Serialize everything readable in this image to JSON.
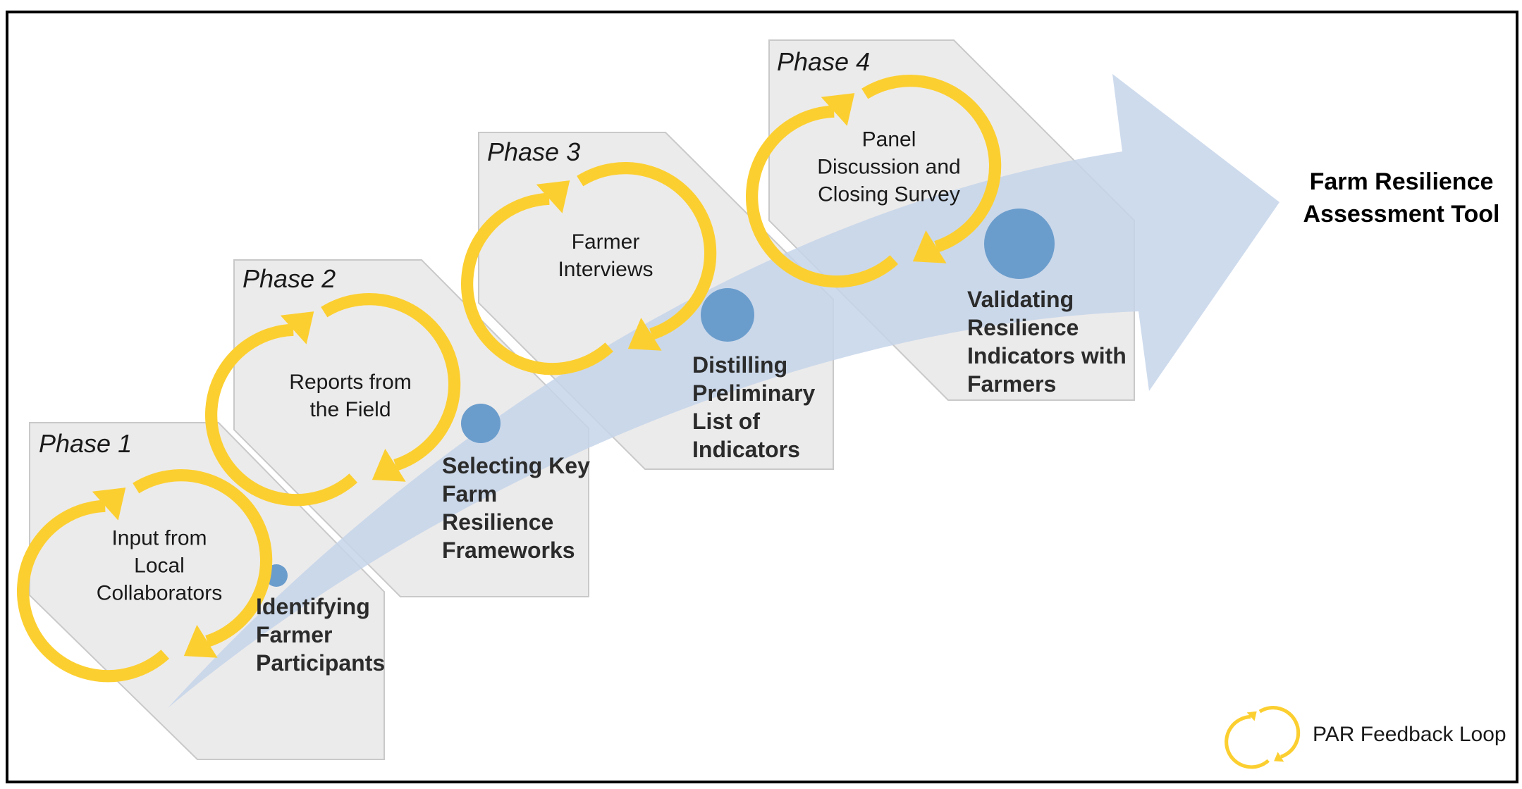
{
  "title": "Farm Resilience\nAssessment Tool",
  "legend": {
    "label": "PAR Feedback Loop",
    "icon": "circular-arrows-icon"
  },
  "colors": {
    "panel": "#ecebeb",
    "panel_border": "#c9c9c9",
    "arrow": "#c5d5ea",
    "circle": "#6b9dcc",
    "loop": "#fccf31",
    "frame": "#000000"
  },
  "phases": [
    {
      "label": "Phase 1",
      "loop": "Input from\nLocal\nCollaborators",
      "step": "Identifying\nFarmer\nParticipants"
    },
    {
      "label": "Phase 2",
      "loop": "Reports from\nthe Field",
      "step": "Selecting Key\nFarm\nResilience\nFrameworks"
    },
    {
      "label": "Phase 3",
      "loop": "Farmer\nInterviews",
      "step": "Distilling\nPreliminary\nList of\nIndicators"
    },
    {
      "label": "Phase 4",
      "loop": "Panel\nDiscussion and\nClosing Survey",
      "step": "Validating\nResilience\nIndicators with\nFarmers"
    }
  ]
}
